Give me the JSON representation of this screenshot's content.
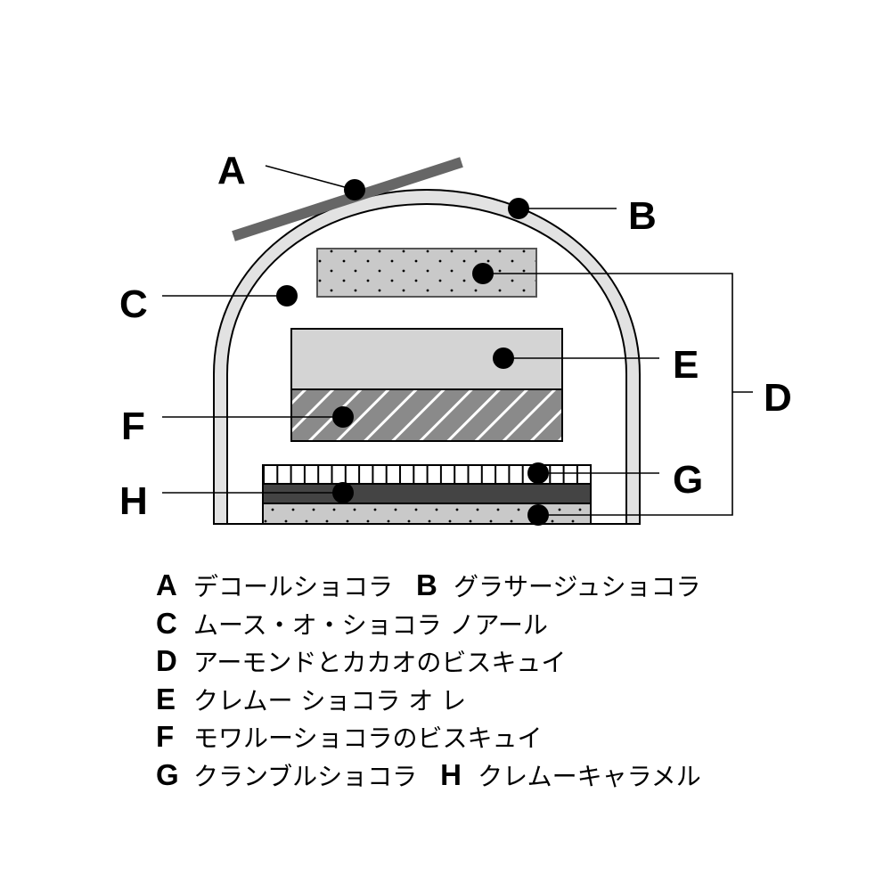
{
  "labels": [
    "A",
    "B",
    "C",
    "D",
    "E",
    "F",
    "G",
    "H"
  ],
  "legend": [
    {
      "items": [
        {
          "key": "A",
          "name": "デコールショコラ"
        },
        {
          "key": "B",
          "name": "グラサージュショコラ"
        }
      ]
    },
    {
      "items": [
        {
          "key": "C",
          "name": "ムース・オ・ショコラ ノアール"
        }
      ]
    },
    {
      "items": [
        {
          "key": "D",
          "name": "アーモンドとカカオのビスキュイ"
        }
      ]
    },
    {
      "items": [
        {
          "key": "E",
          "name": "クレムー ショコラ オ レ"
        }
      ]
    },
    {
      "items": [
        {
          "key": "F",
          "name": "モワルーショコラのビスキュイ"
        }
      ]
    },
    {
      "items": [
        {
          "key": "G",
          "name": "クランブルショコラ"
        },
        {
          "key": "H",
          "name": "クレムーキャラメル"
        }
      ]
    }
  ],
  "colors": {
    "decor": "#666666",
    "glaze": "#e2e2e2",
    "biscuit": "#c9c9c9",
    "cremeux": "#d4d4d4",
    "moelleux": "#8a8a8a",
    "caramel": "#444444"
  }
}
